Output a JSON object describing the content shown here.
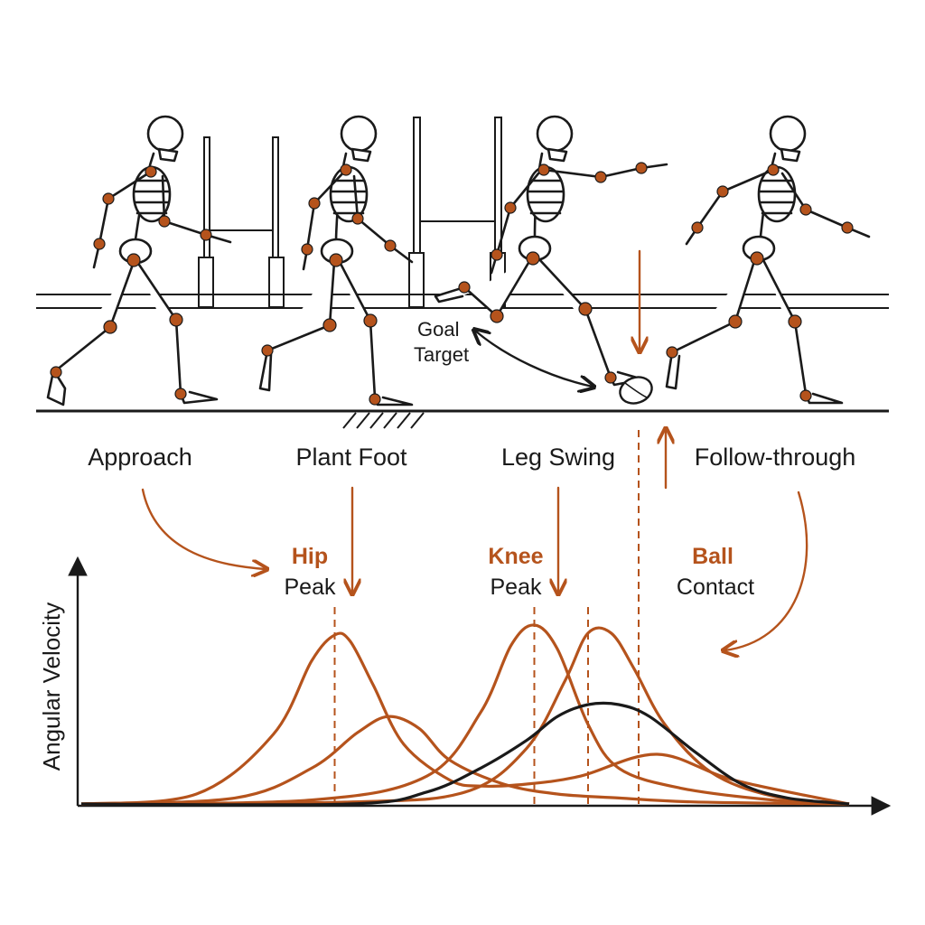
{
  "colors": {
    "accent": "#b5531c",
    "ink": "#1a1a1a"
  },
  "phases": [
    {
      "key": "approach",
      "label": "Approach"
    },
    {
      "key": "plant",
      "label": "Plant Foot"
    },
    {
      "key": "swing",
      "label": "Leg Swing"
    },
    {
      "key": "follow",
      "label": "Follow-through"
    }
  ],
  "goal_annotation": {
    "line1": "Goal",
    "line2": "Target"
  },
  "annotations": {
    "hip": {
      "title": "Hip",
      "label": "Peak"
    },
    "knee": {
      "title": "Knee",
      "label": "Peak"
    },
    "ball": {
      "title": "Ball",
      "label": "Contact"
    }
  },
  "chart_data": {
    "type": "line",
    "ylabel": "Angular Velocity",
    "xlabel": "",
    "axis_ticks": false,
    "x_range": [
      0,
      100
    ],
    "y_range": [
      0,
      100
    ],
    "series": [
      {
        "color": "#b5531c",
        "x": [
          0,
          15,
          25,
          30,
          33,
          35,
          38,
          42,
          48,
          52,
          58,
          65,
          75,
          85,
          100
        ],
        "y": [
          0,
          5,
          35,
          72,
          85,
          82,
          60,
          30,
          12,
          9,
          10,
          14,
          25,
          12,
          0
        ]
      },
      {
        "color": "#b5531c",
        "x": [
          0,
          20,
          30,
          36,
          40,
          44,
          48,
          55,
          62,
          70,
          80,
          100
        ],
        "y": [
          0,
          3,
          18,
          36,
          44,
          38,
          22,
          10,
          5,
          3,
          1,
          0
        ]
      },
      {
        "color": "#b5531c",
        "x": [
          0,
          30,
          45,
          52,
          56,
          59,
          62,
          66,
          70,
          78,
          90,
          100
        ],
        "y": [
          0,
          2,
          14,
          46,
          80,
          90,
          78,
          40,
          18,
          8,
          2,
          0
        ]
      },
      {
        "color": "#b5531c",
        "x": [
          0,
          35,
          50,
          58,
          63,
          66,
          69,
          72,
          76,
          82,
          90,
          100
        ],
        "y": [
          0,
          1,
          6,
          28,
          62,
          86,
          86,
          68,
          40,
          16,
          4,
          0
        ]
      },
      {
        "color": "#1a1a1a",
        "x": [
          0,
          35,
          45,
          52,
          58,
          62,
          66,
          70,
          74,
          80,
          86,
          92,
          100
        ],
        "y": [
          0,
          0,
          6,
          18,
          32,
          44,
          50,
          50,
          44,
          26,
          10,
          3,
          0
        ]
      }
    ],
    "markers": [
      {
        "key": "hip",
        "x": 33
      },
      {
        "key": "knee",
        "x": 59
      },
      {
        "key": "ball",
        "x": 66
      }
    ]
  }
}
